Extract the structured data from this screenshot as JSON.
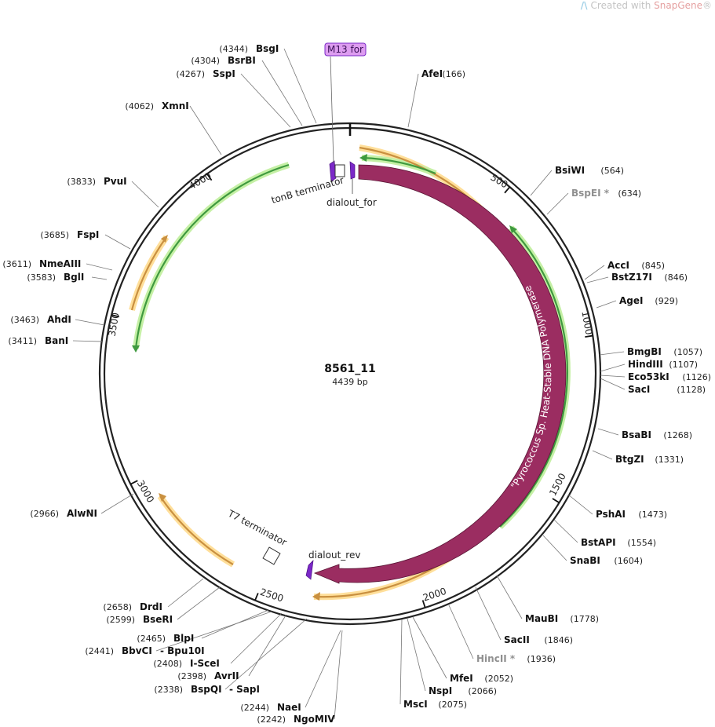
{
  "watermark": {
    "prefix": "Created with ",
    "brand": "SnapGene",
    "reg": "®"
  },
  "plasmid": {
    "name": "8561_11",
    "length_label": "4439 bp",
    "length": 4439
  },
  "colors": {
    "cds": "#9b2d61",
    "primer_bind": "#7b28c8",
    "arrow_orange": "#c99040",
    "arrow_green": "#3f9a3f",
    "halo_orange": "#ffdf9a",
    "halo_green": "#c5f0a5",
    "faded": "#909090"
  },
  "tick_labels": [
    {
      "label": "500",
      "bp": 500
    },
    {
      "label": "1000",
      "bp": 1000
    },
    {
      "label": "1500",
      "bp": 1500
    },
    {
      "label": "2000",
      "bp": 2000
    },
    {
      "label": "2500",
      "bp": 2500
    },
    {
      "label": "3000",
      "bp": 3000
    },
    {
      "label": "3500",
      "bp": 3500
    },
    {
      "label": "4000",
      "bp": 4000
    }
  ],
  "features": [
    {
      "label": "\"Pyrococcus Sp. Heat-Stable DNA Polymerase",
      "type": "CDS",
      "start": 6,
      "end": 2330
    },
    {
      "label": "tonB terminator",
      "type": "terminator",
      "bp": 4400
    },
    {
      "label": "T7 terminator",
      "type": "terminator",
      "bp": 2700
    },
    {
      "label": "dialout_for",
      "type": "primer",
      "bp": 10
    },
    {
      "label": "dialout_rev",
      "type": "primer",
      "bp": 2370
    },
    {
      "label": "M13 for",
      "type": "primer_tag",
      "bp": 4380
    }
  ],
  "enzymes": [
    {
      "name": "AfeI",
      "pos": "(166)"
    },
    {
      "name": "BsiWI",
      "pos": "(564)"
    },
    {
      "name": "BspEI *",
      "pos": "(634)",
      "faded": true
    },
    {
      "name": "AccI",
      "pos": "(845)"
    },
    {
      "name": "BstZ17I",
      "pos": "(846)"
    },
    {
      "name": "AgeI",
      "pos": "(929)"
    },
    {
      "name": "BmgBI",
      "pos": "(1057)"
    },
    {
      "name": "HindIII",
      "pos": "(1107)"
    },
    {
      "name": "Eco53kI",
      "pos": "(1126)"
    },
    {
      "name": "SacI",
      "pos": "(1128)"
    },
    {
      "name": "BsaBI",
      "pos": "(1268)"
    },
    {
      "name": "BtgZI",
      "pos": "(1331)"
    },
    {
      "name": "PshAI",
      "pos": "(1473)"
    },
    {
      "name": "BstAPI",
      "pos": "(1554)"
    },
    {
      "name": "SnaBI",
      "pos": "(1604)"
    },
    {
      "name": "MauBI",
      "pos": "(1778)"
    },
    {
      "name": "SacII",
      "pos": "(1846)"
    },
    {
      "name": "HincII *",
      "pos": "(1936)",
      "faded": true
    },
    {
      "name": "MfeI",
      "pos": "(2052)"
    },
    {
      "name": "NspI",
      "pos": "(2066)"
    },
    {
      "name": "MscI",
      "pos": "(2075)"
    },
    {
      "name": "NgoMIV",
      "pos": "(2242)"
    },
    {
      "name": "NaeI",
      "pos": "(2244)"
    },
    {
      "name": "BspQI",
      "pos": "(2338)",
      "extra": "SapI"
    },
    {
      "name": "AvrII",
      "pos": "(2398)"
    },
    {
      "name": "I-SceI",
      "pos": "(2408)"
    },
    {
      "name": "BbvCI",
      "pos": "(2441)",
      "extra": "Bpu10I"
    },
    {
      "name": "BlpI",
      "pos": "(2465)"
    },
    {
      "name": "BseRI",
      "pos": "(2599)"
    },
    {
      "name": "DrdI",
      "pos": "(2658)"
    },
    {
      "name": "AlwNI",
      "pos": "(2966)"
    },
    {
      "name": "BanI",
      "pos": "(3411)"
    },
    {
      "name": "AhdI",
      "pos": "(3463)"
    },
    {
      "name": "BglI",
      "pos": "(3583)"
    },
    {
      "name": "NmeAIII",
      "pos": "(3611)"
    },
    {
      "name": "FspI",
      "pos": "(3685)"
    },
    {
      "name": "PvuI",
      "pos": "(3833)"
    },
    {
      "name": "XmnI",
      "pos": "(4062)"
    },
    {
      "name": "SspI",
      "pos": "(4267)"
    },
    {
      "name": "BsrBI",
      "pos": "(4304)"
    },
    {
      "name": "BsgI",
      "pos": "(4344)"
    }
  ]
}
